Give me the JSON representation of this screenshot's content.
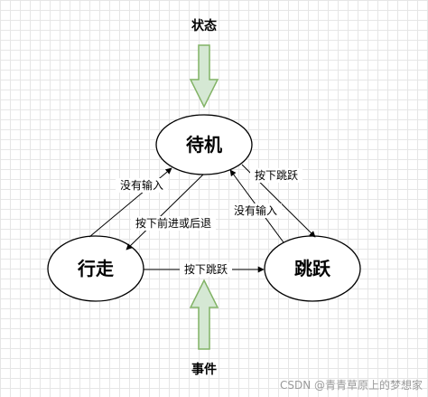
{
  "labels": {
    "top": "状态",
    "bottom": "事件",
    "watermark": "CSDN @青青草原上的梦想家"
  },
  "nodes": {
    "idle": "待机",
    "walk": "行走",
    "jump": "跳跃"
  },
  "edges": {
    "walk_to_idle": "没有输入",
    "idle_to_walk": "按下前进或后退",
    "idle_to_jump": "按下跳跃",
    "jump_to_idle": "没有输入",
    "walk_to_jump": "按下跳跃"
  },
  "colors": {
    "arrow_fill": "#d5e8d4",
    "arrow_stroke": "#82b366",
    "line": "#000000"
  }
}
